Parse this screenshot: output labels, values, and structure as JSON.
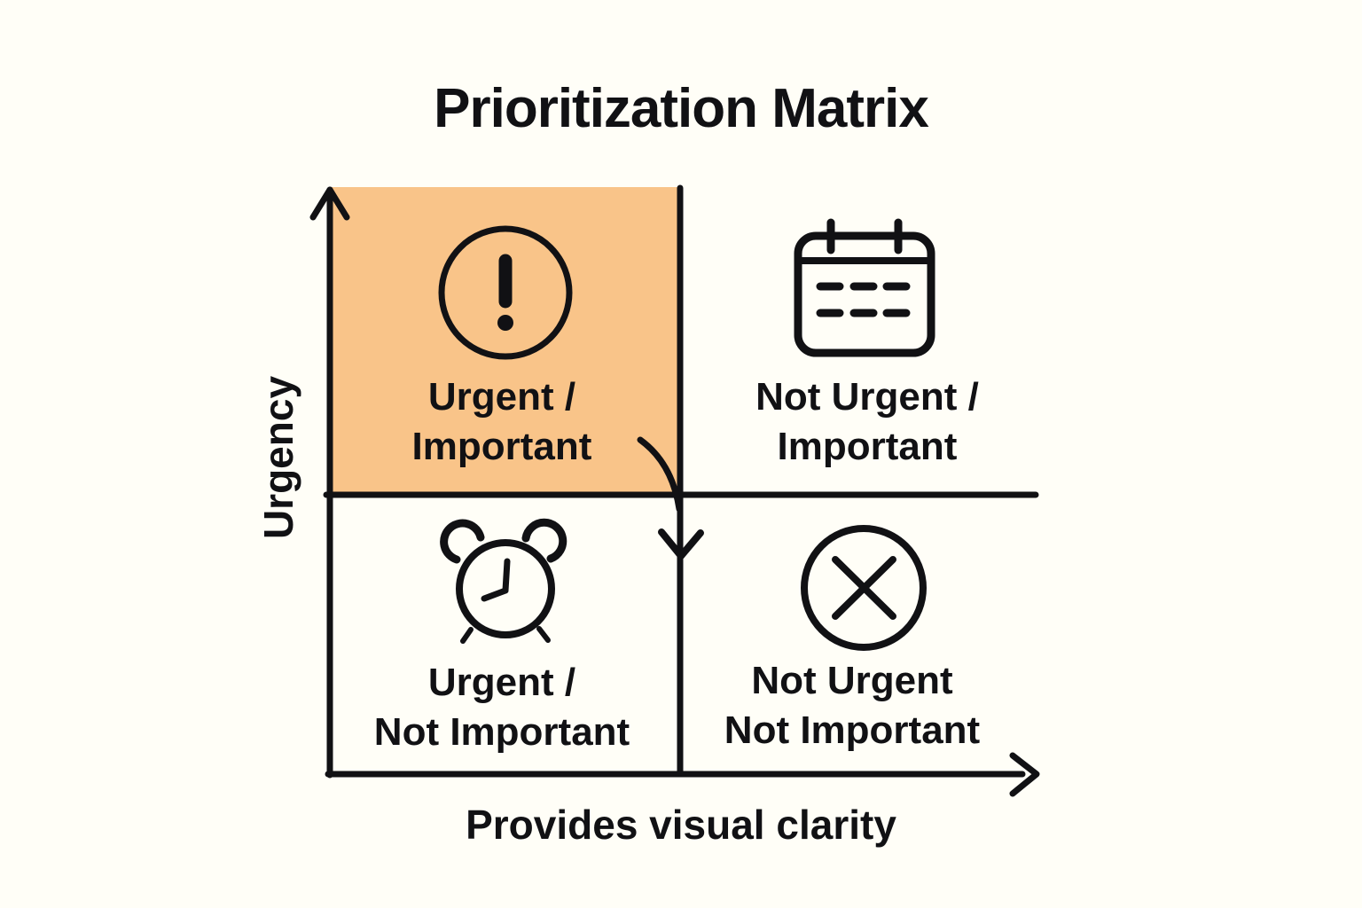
{
  "title": "Prioritization Matrix",
  "y_axis": {
    "label": "Urgency"
  },
  "x_axis": {
    "label": "Provides visual clarity"
  },
  "quadrants": {
    "urgent_important": {
      "line1": "Urgent /",
      "line2": "Important",
      "icon": "exclamation-circle",
      "highlighted": true
    },
    "not_urgent_important": {
      "line1": "Not Urgent /",
      "line2": "Important",
      "icon": "calendar",
      "highlighted": false
    },
    "urgent_not_important": {
      "line1": "Urgent /",
      "line2": "Not Important",
      "icon": "alarm-clock",
      "highlighted": false
    },
    "not_urgent_not_important": {
      "line1": "Not Urgent",
      "line2": "Not Important",
      "icon": "x-circle",
      "highlighted": false
    }
  },
  "annotations": {
    "flow_arrow": "curved arrow from Urgent/Important quadrant pointing down across the divider"
  },
  "colors": {
    "background": "#FFFEF7",
    "highlight": "#F9C489",
    "line": "#111114",
    "text": "#111114"
  }
}
